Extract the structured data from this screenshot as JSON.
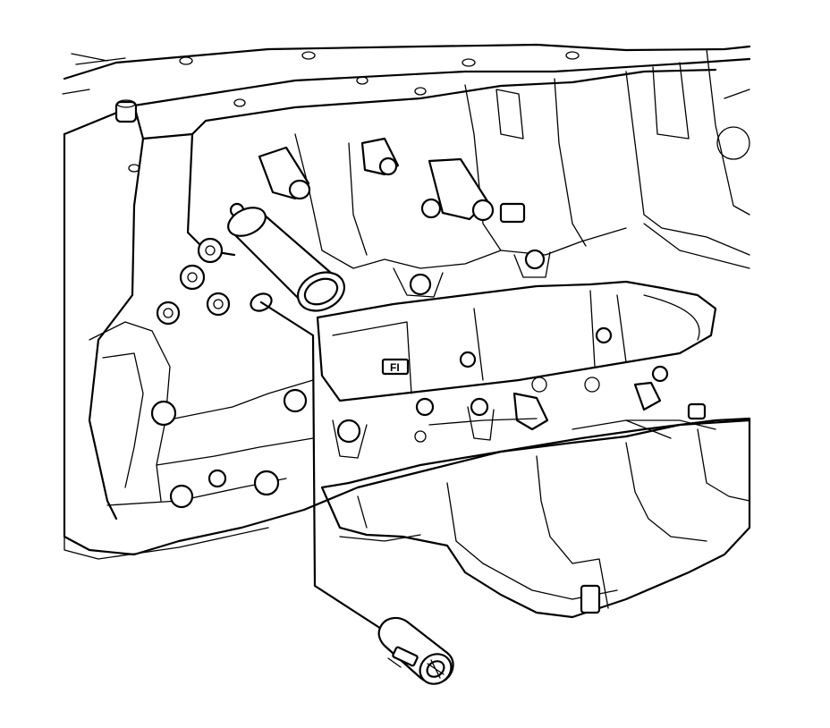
{
  "diagram": {
    "callout_text": "FI",
    "parts": [
      {
        "id": "engine-block",
        "kind": "engine-block-outline"
      },
      {
        "id": "oil-pan",
        "kind": "oil-pan-outline"
      },
      {
        "id": "coolant-outlet-pipe",
        "kind": "pipe"
      },
      {
        "id": "sensor",
        "kind": "removed-sensor"
      }
    ],
    "leader_line": {
      "from": "sensor",
      "to": "coolant-outlet-pipe"
    },
    "colors": {
      "line": "#000000",
      "background": "#ffffff"
    }
  }
}
